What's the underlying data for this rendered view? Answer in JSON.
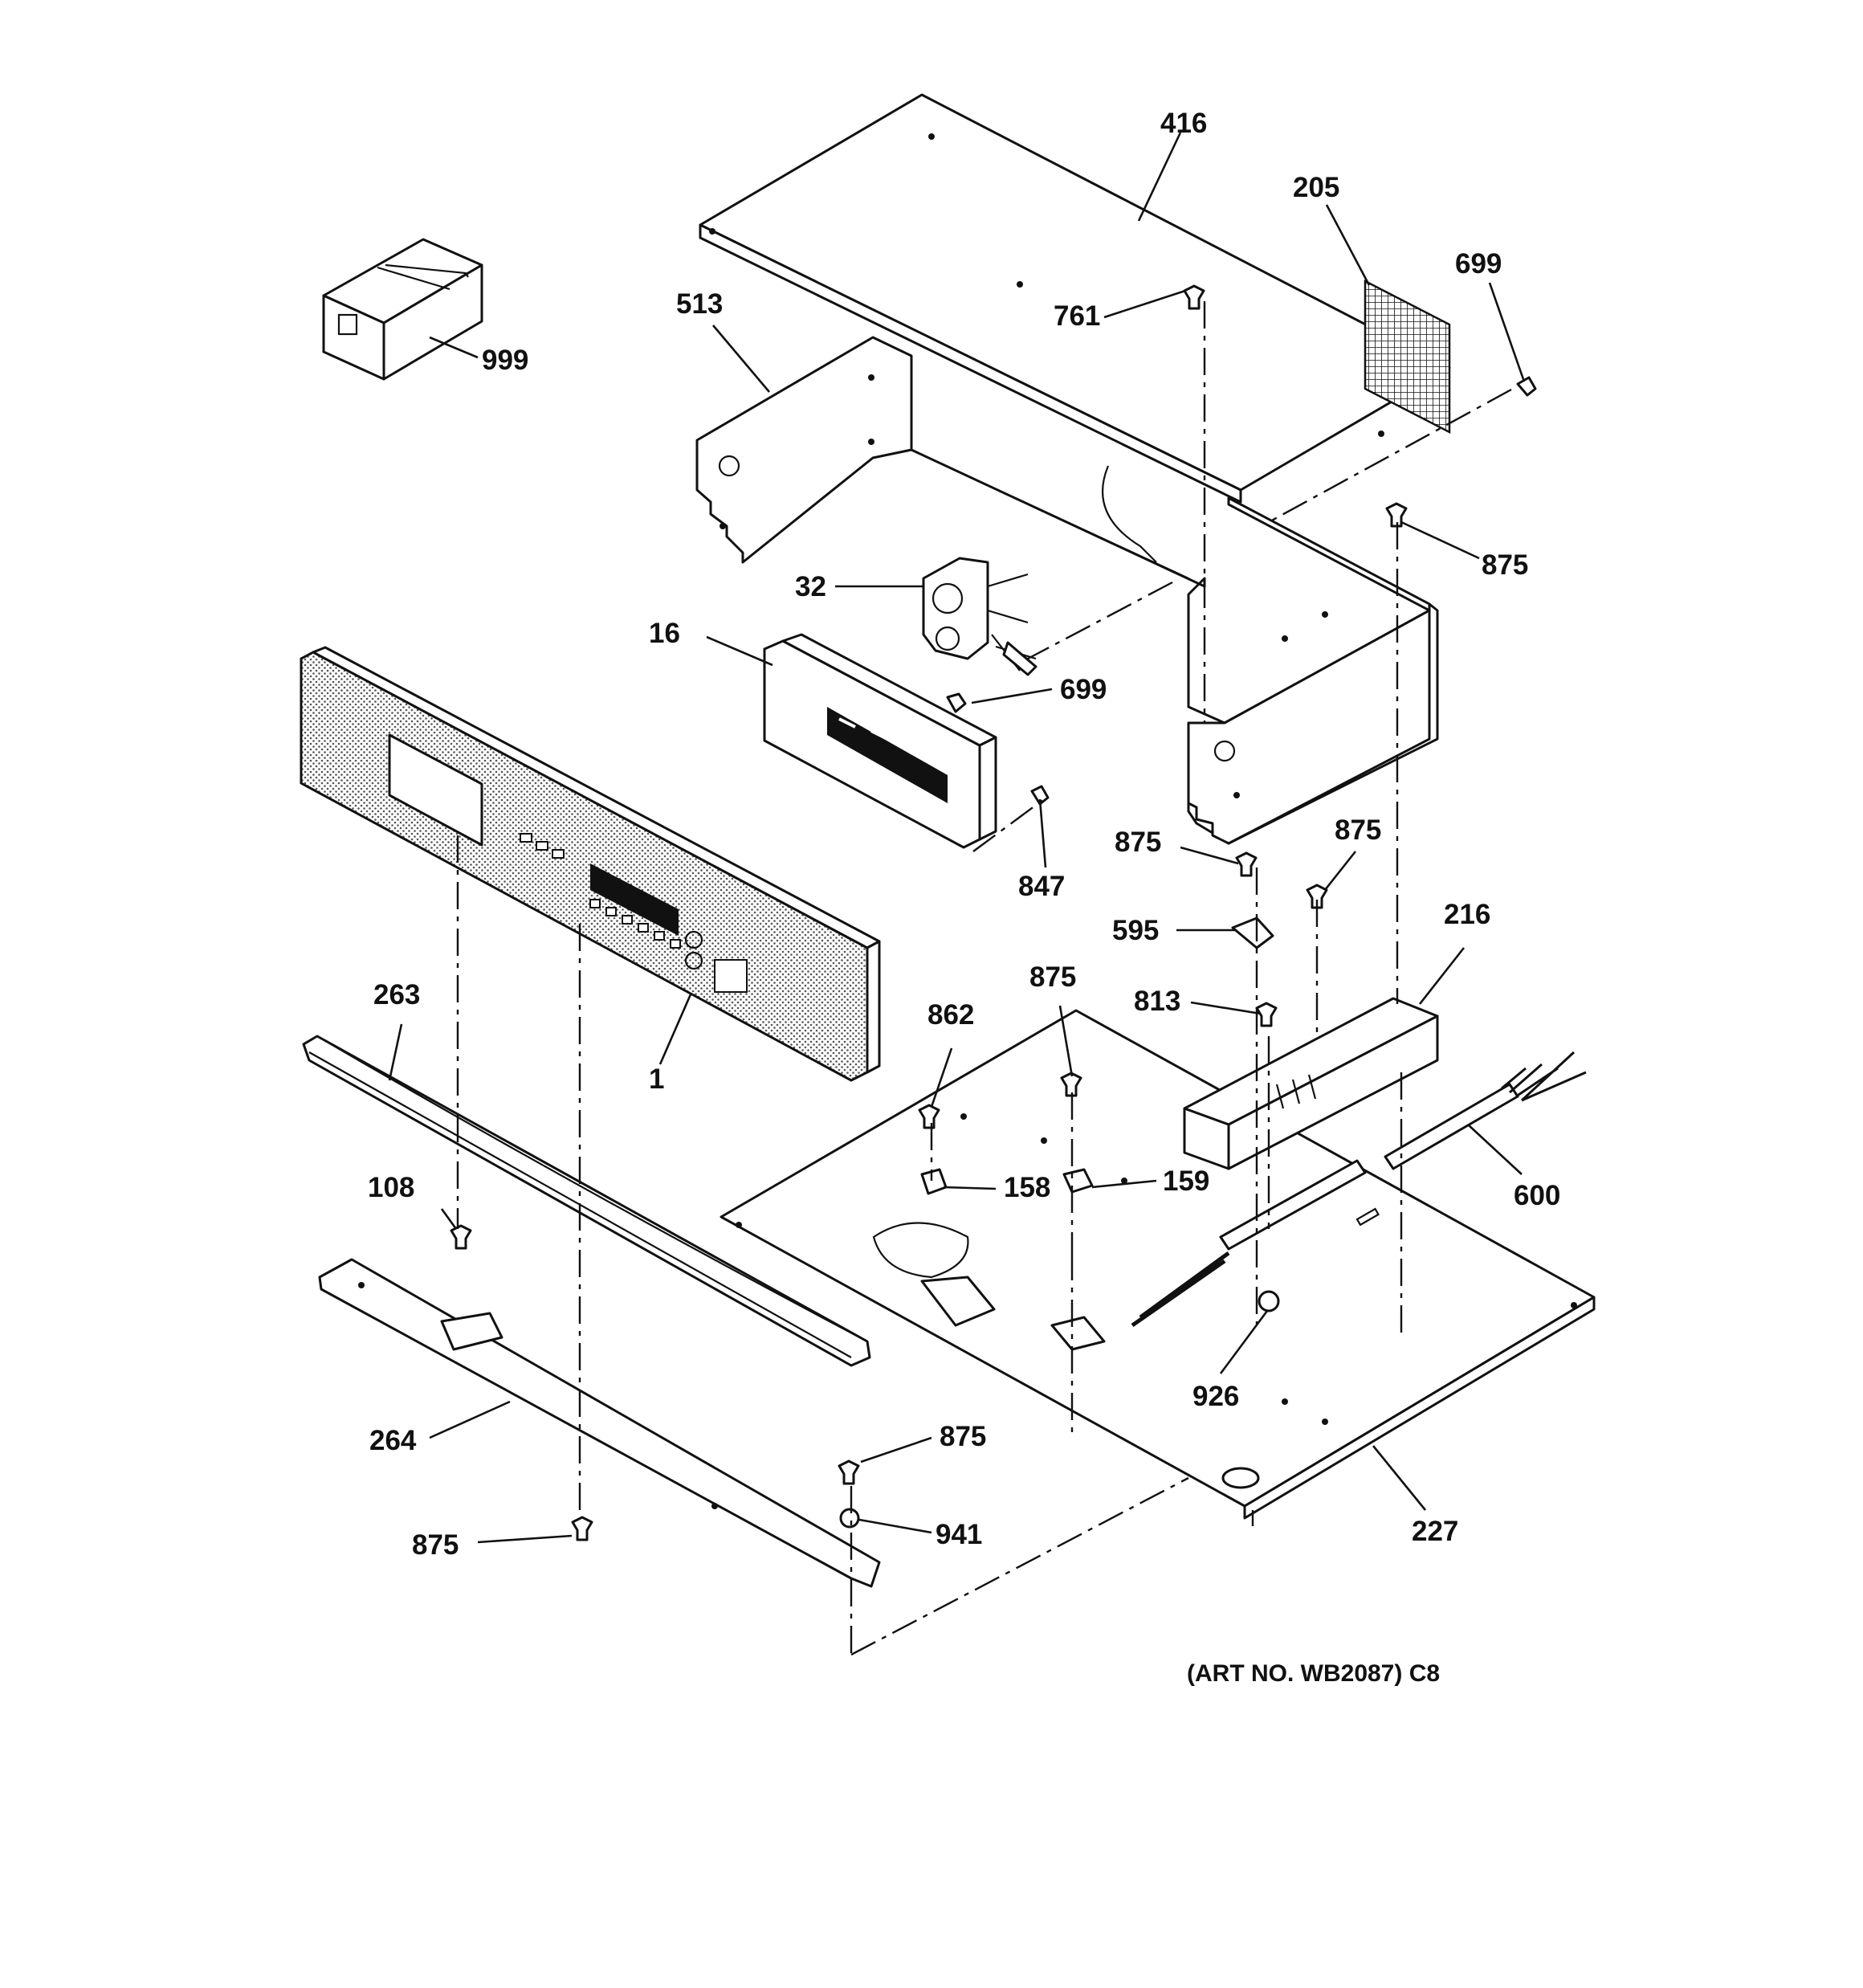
{
  "art_number": "(ART NO. WB2087) C8",
  "callouts": [
    {
      "id": "c416",
      "label": "416"
    },
    {
      "id": "c205",
      "label": "205"
    },
    {
      "id": "c699a",
      "label": "699"
    },
    {
      "id": "c513",
      "label": "513"
    },
    {
      "id": "c761",
      "label": "761"
    },
    {
      "id": "c999",
      "label": "999"
    },
    {
      "id": "c875a",
      "label": "875"
    },
    {
      "id": "c32",
      "label": "32"
    },
    {
      "id": "c16",
      "label": "16"
    },
    {
      "id": "c699b",
      "label": "699"
    },
    {
      "id": "c847",
      "label": "847"
    },
    {
      "id": "c875b",
      "label": "875"
    },
    {
      "id": "c875c",
      "label": "875"
    },
    {
      "id": "c595",
      "label": "595"
    },
    {
      "id": "c216",
      "label": "216"
    },
    {
      "id": "c263",
      "label": "263"
    },
    {
      "id": "c1",
      "label": "1"
    },
    {
      "id": "c875d",
      "label": "875"
    },
    {
      "id": "c813",
      "label": "813"
    },
    {
      "id": "c862",
      "label": "862"
    },
    {
      "id": "c108",
      "label": "108"
    },
    {
      "id": "c158",
      "label": "158"
    },
    {
      "id": "c159",
      "label": "159"
    },
    {
      "id": "c600",
      "label": "600"
    },
    {
      "id": "c926",
      "label": "926"
    },
    {
      "id": "c264",
      "label": "264"
    },
    {
      "id": "c875e",
      "label": "875"
    },
    {
      "id": "c941",
      "label": "941"
    },
    {
      "id": "c227",
      "label": "227"
    },
    {
      "id": "c875f",
      "label": "875"
    }
  ]
}
